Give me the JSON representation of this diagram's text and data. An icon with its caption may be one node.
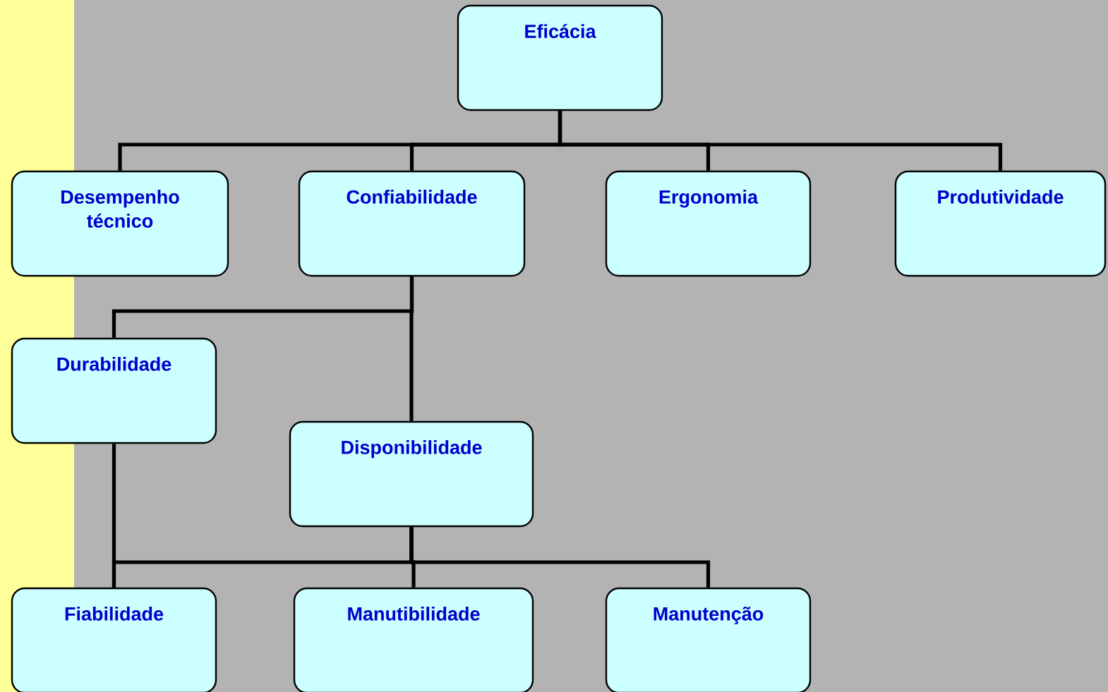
{
  "diagram": {
    "nodes": [
      {
        "text": [
          "Eficácia"
        ]
      },
      {
        "text": [
          "Desempenho técnico"
        ]
      },
      {
        "text": [
          "Confiabilidade"
        ]
      },
      {
        "text": [
          "Ergonomia"
        ]
      },
      {
        "text": [
          "Produtividade"
        ]
      },
      {
        "text": [
          "Durabilidade"
        ]
      },
      {
        "text": [
          "Disponibilidade"
        ]
      },
      {
        "text": [
          "Fiabilidade"
        ]
      },
      {
        "text": [
          "Manutibilidade"
        ]
      },
      {
        "text": [
          "Manutenção"
        ]
      }
    ],
    "edges": [
      {
        "from": 0,
        "to": 1,
        "arrow": "none"
      },
      {
        "from": 0,
        "to": 2,
        "arrow": "none"
      },
      {
        "from": 0,
        "to": 3,
        "arrow": "none"
      },
      {
        "from": 0,
        "to": 4,
        "arrow": "none"
      },
      {
        "from": 2,
        "to": 5,
        "arrow": "none"
      },
      {
        "from": 2,
        "to": 6,
        "arrow": "none"
      },
      {
        "from": 5,
        "to": 7,
        "arrow": "none"
      },
      {
        "from": 6,
        "to": 7,
        "arrow": "none"
      },
      {
        "from": 6,
        "to": 8,
        "arrow": "none"
      },
      {
        "from": 6,
        "to": 9,
        "arrow": "none"
      }
    ]
  }
}
